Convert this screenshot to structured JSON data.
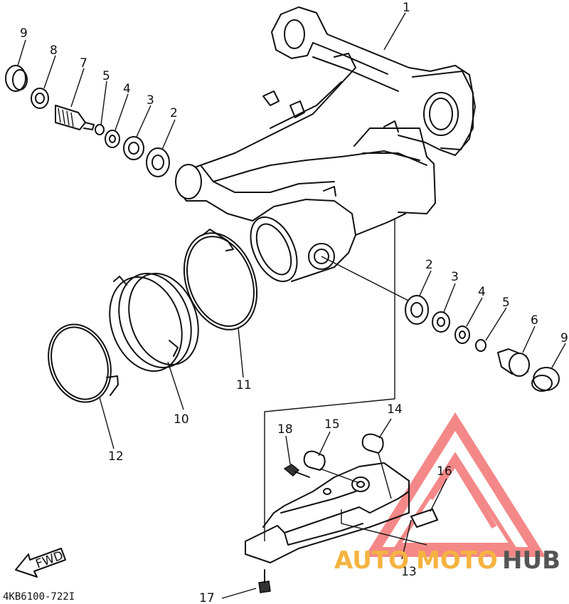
{
  "diagram": {
    "code": "4KB6100-722I",
    "fwd_label": "FWD",
    "callouts": [
      {
        "id": "c1",
        "text": "1"
      },
      {
        "id": "c2a",
        "text": "2"
      },
      {
        "id": "c3a",
        "text": "3"
      },
      {
        "id": "c4a",
        "text": "4"
      },
      {
        "id": "c5a",
        "text": "5"
      },
      {
        "id": "c7",
        "text": "7"
      },
      {
        "id": "c8",
        "text": "8"
      },
      {
        "id": "c9a",
        "text": "9"
      },
      {
        "id": "c2b",
        "text": "2"
      },
      {
        "id": "c3b",
        "text": "3"
      },
      {
        "id": "c4b",
        "text": "4"
      },
      {
        "id": "c5b",
        "text": "5"
      },
      {
        "id": "c6",
        "text": "6"
      },
      {
        "id": "c9b",
        "text": "9"
      },
      {
        "id": "c10",
        "text": "10"
      },
      {
        "id": "c11",
        "text": "11"
      },
      {
        "id": "c12",
        "text": "12"
      },
      {
        "id": "c13",
        "text": "13"
      },
      {
        "id": "c14",
        "text": "14"
      },
      {
        "id": "c15",
        "text": "15"
      },
      {
        "id": "c16",
        "text": "16"
      },
      {
        "id": "c17",
        "text": "17"
      },
      {
        "id": "c18",
        "text": "18"
      }
    ]
  },
  "watermark": {
    "part1": "AUTO",
    "part2": "MOTO",
    "part3": "HUB",
    "colors": {
      "triangle": "#f26b6b",
      "auto": "#f5b340",
      "hub": "#555555"
    }
  }
}
